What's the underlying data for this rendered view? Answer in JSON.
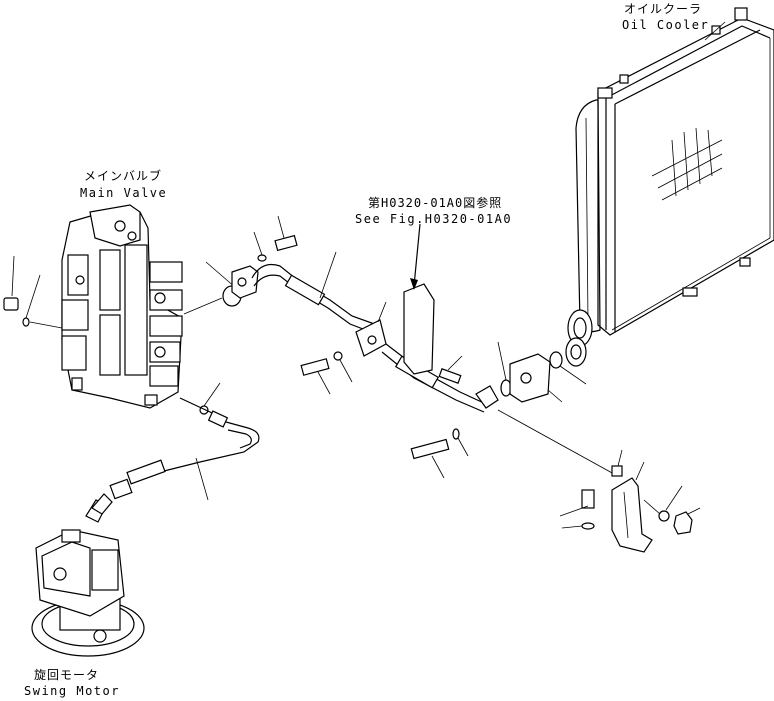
{
  "labels": {
    "oil_cooler_jp": "オイルクーラ",
    "oil_cooler_en": "Oil Cooler",
    "main_valve_jp": "メインバルブ",
    "main_valve_en": "Main Valve",
    "see_fig_jp": "第H0320-01A0図参照",
    "see_fig_en": "See Fig.H0320-01A0",
    "swing_motor_jp": "旋回モータ",
    "swing_motor_en": "Swing Motor"
  }
}
